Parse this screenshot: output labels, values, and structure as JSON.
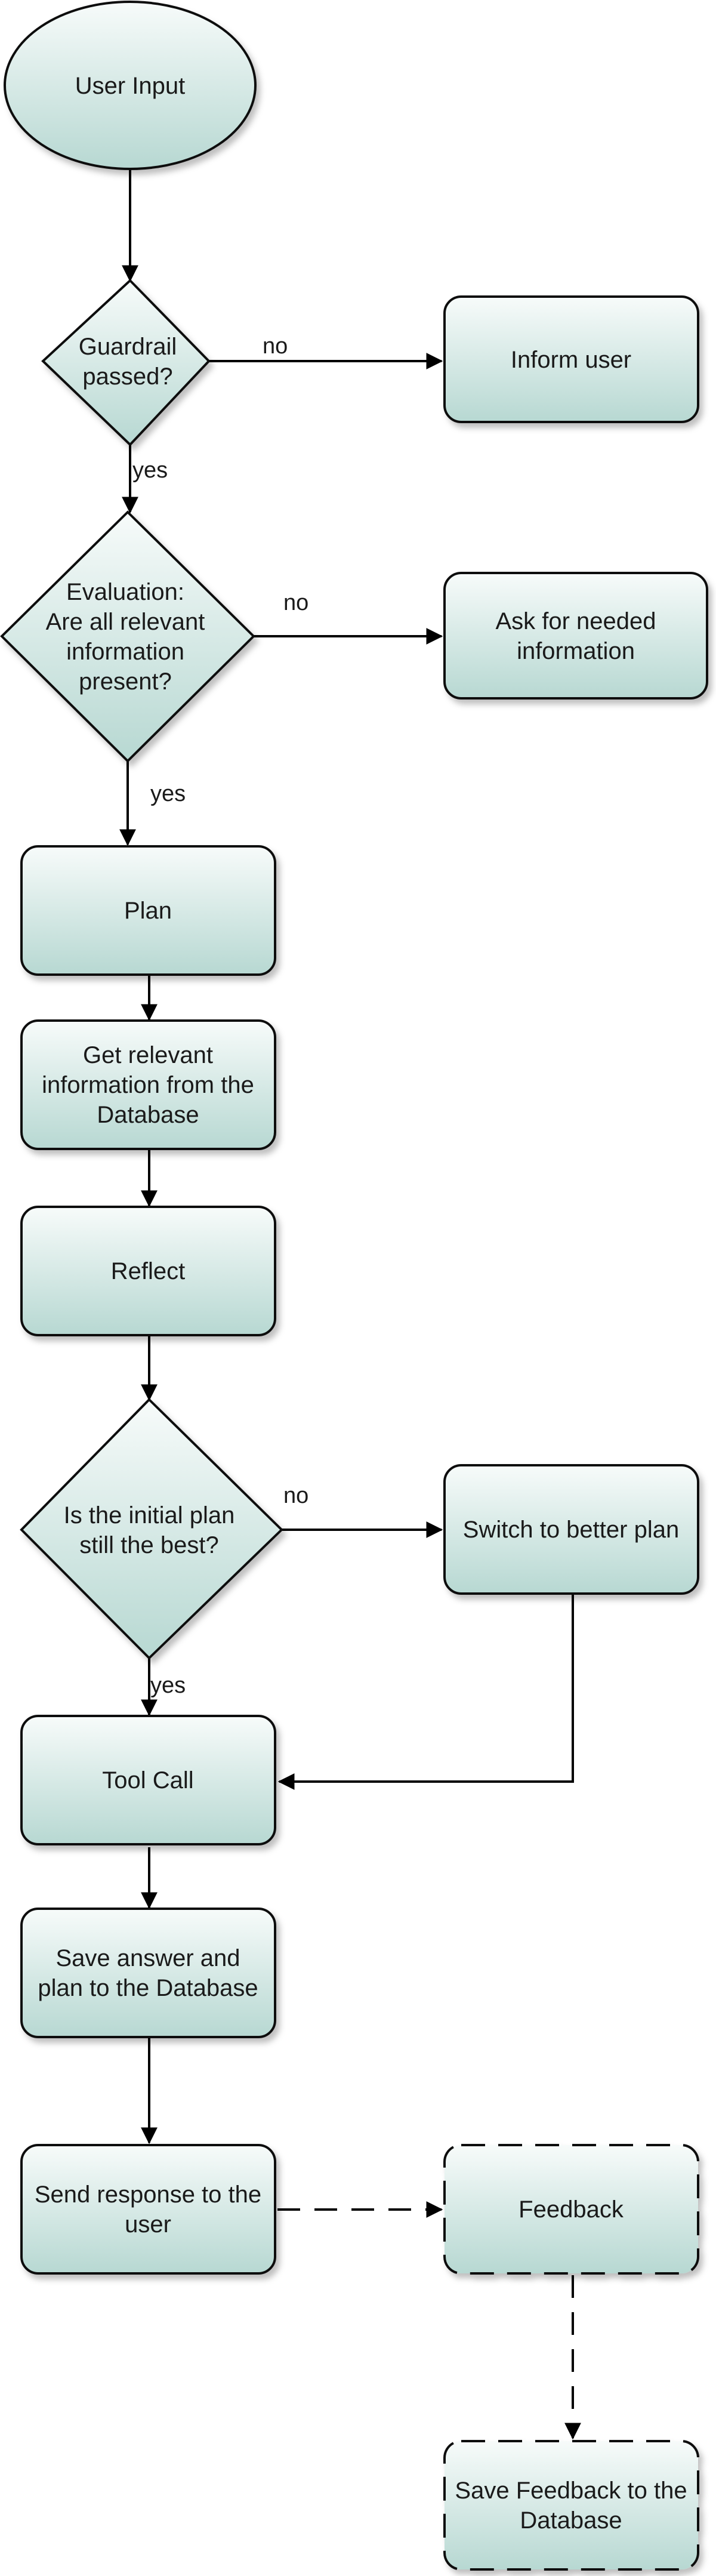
{
  "colors": {
    "node_fill_top": "#f7fbfa",
    "node_fill_bottom": "#b7d8d2",
    "stroke": "#111111"
  },
  "nodes": {
    "user_input": "User Input",
    "guardrail": "Guardrail\npassed?",
    "inform_user": "Inform user",
    "evaluation": "Evaluation:\nAre all relevant\ninformation\npresent?",
    "ask_info": "Ask for needed\ninformation",
    "plan": "Plan",
    "get_info": "Get relevant\ninformation from the\nDatabase",
    "reflect": "Reflect",
    "initial_plan": "Is the initial plan\nstill the best?",
    "switch_plan": "Switch to better plan",
    "tool_call": "Tool Call",
    "save_answer": "Save answer and\nplan to the Database",
    "send_response": "Send response to the\nuser",
    "feedback": "Feedback",
    "save_feedback": "Save Feedback to the\nDatabase"
  },
  "edges": {
    "guardrail_no": "no",
    "guardrail_yes": "yes",
    "evaluation_no": "no",
    "evaluation_yes": "yes",
    "initial_plan_no": "no",
    "initial_plan_yes": "yes"
  }
}
